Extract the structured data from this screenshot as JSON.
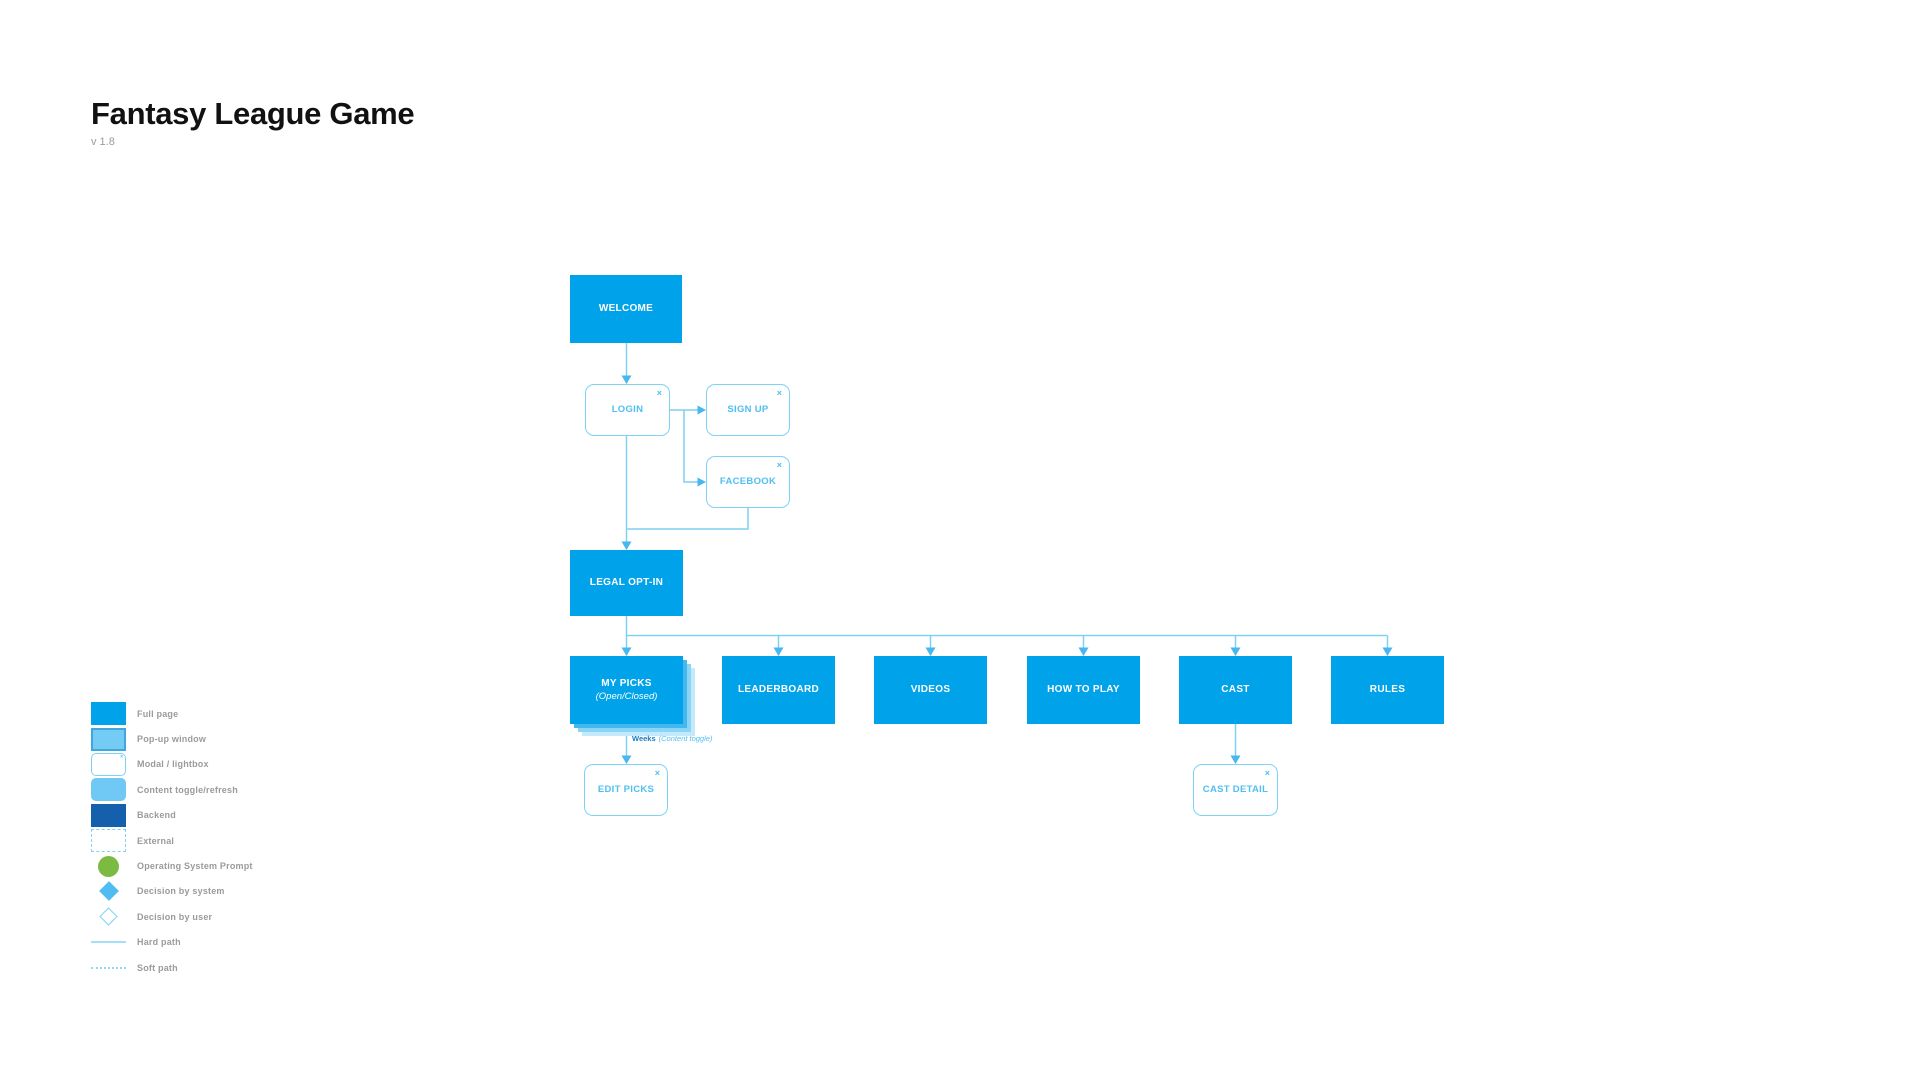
{
  "header": {
    "title": "Fantasy League Game",
    "version": "v 1.8"
  },
  "ui": {
    "close_glyph": "×"
  },
  "colors": {
    "full_page_blue": "#00A3EA",
    "popup_blue": "#74CBF3",
    "backend_blue": "#1460AD",
    "modal_accent": "#4FBFF2",
    "connector_line": "#7FD0F4",
    "arrowhead": "#47B7EF",
    "os_prompt_green": "#7CBB42",
    "legend_text": "#9B9B9B"
  },
  "flow": {
    "nodes": {
      "welcome": {
        "label": "WELCOME",
        "type": "full page"
      },
      "login": {
        "label": "LOGIN",
        "type": "modal / lightbox"
      },
      "sign_up": {
        "label": "SIGN UP",
        "type": "modal / lightbox"
      },
      "facebook": {
        "label": "FACEBOOK",
        "type": "modal / lightbox"
      },
      "legal_opt_in": {
        "label": "LEGAL OPT-IN",
        "type": "full page"
      },
      "my_picks": {
        "label": "MY PICKS",
        "sublabel": "(Open/Closed)",
        "type": "full page, stacked content toggle"
      },
      "leaderboard": {
        "label": "LEADERBOARD",
        "type": "full page"
      },
      "videos": {
        "label": "VIDEOS",
        "type": "full page"
      },
      "how_to_play": {
        "label": "HOW TO PLAY",
        "type": "full page"
      },
      "cast": {
        "label": "CAST",
        "type": "full page"
      },
      "rules": {
        "label": "RULES",
        "type": "full page"
      },
      "edit_picks": {
        "label": "EDIT PICKS",
        "type": "modal / lightbox"
      },
      "cast_detail": {
        "label": "CAST DETAIL",
        "type": "modal / lightbox"
      }
    },
    "edge_labels": {
      "weeks": {
        "bold": "Weeks",
        "italic": "(Content toggle)"
      }
    }
  },
  "legend": {
    "items": [
      {
        "label": "Full page"
      },
      {
        "label": "Pop-up window"
      },
      {
        "label": "Modal / lightbox"
      },
      {
        "label": "Content toggle/refresh"
      },
      {
        "label": "Backend"
      },
      {
        "label": "External"
      },
      {
        "label": "Operating System Prompt"
      },
      {
        "label": "Decision by system"
      },
      {
        "label": "Decision by user"
      },
      {
        "label": "Hard path"
      },
      {
        "label": "Soft path"
      }
    ]
  }
}
